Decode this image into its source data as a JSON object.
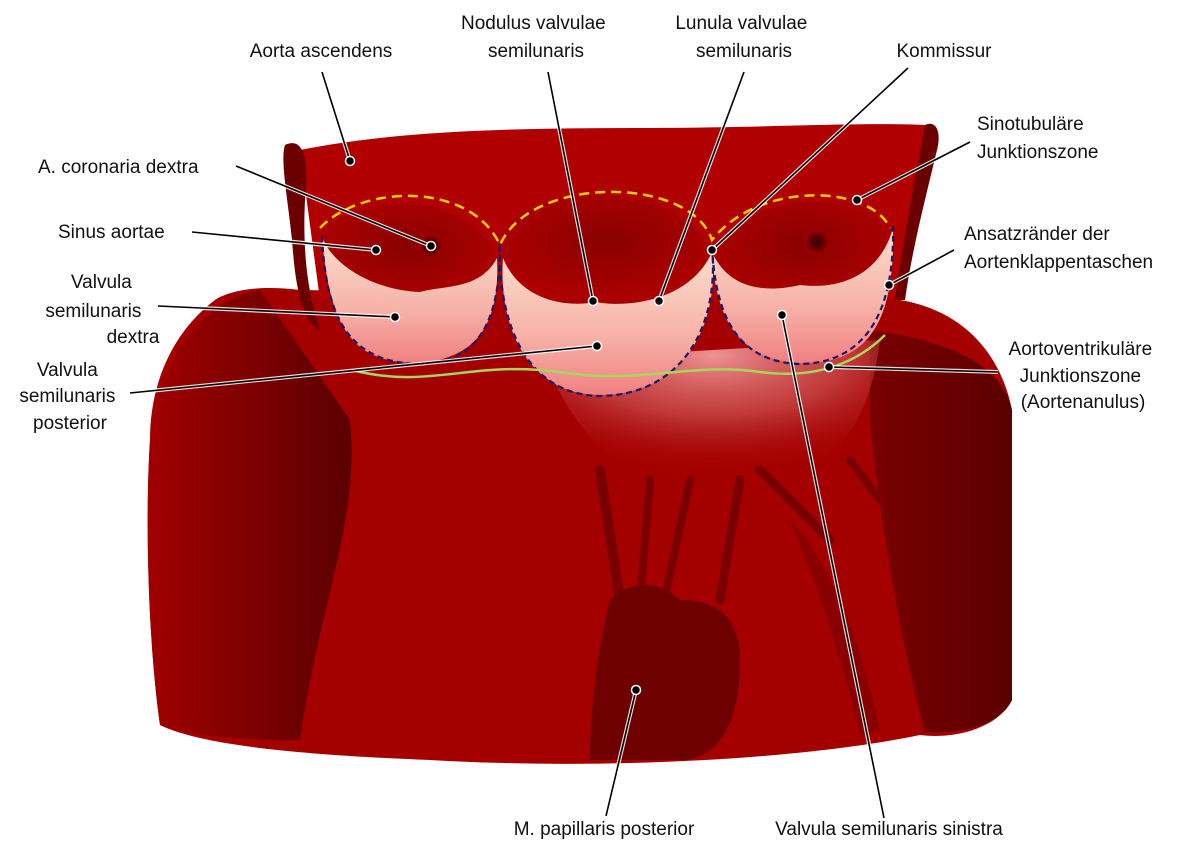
{
  "diagram": {
    "labels": {
      "aorta_ascendens": "Aorta ascendens",
      "a_coronaria_dextra": "A. coronaria dextra",
      "sinus_aortae": "Sinus aortae",
      "valvula_dextra": [
        "Valvula",
        "semilunaris",
        "dextra"
      ],
      "valvula_posterior": [
        "Valvula",
        "semilunaris",
        "posterior"
      ],
      "nodulus": [
        "Nodulus valvulae",
        "semilunaris"
      ],
      "lunula": [
        "Lunula valvulae",
        "semilunaris"
      ],
      "kommissur": "Kommissur",
      "sinotubulaere": [
        "Sinotubuläre",
        "Junktionszone"
      ],
      "ansatzraender": [
        "Ansatzränder der",
        "Aortenklappentaschen"
      ],
      "aortoventrikulaere": [
        "Aortoventrikuläre",
        "Junktionszone",
        "(Aortenanulus)"
      ],
      "m_papillaris": "M. papillaris posterior",
      "valvula_sinistra": "Valvula semilunaris sinistra"
    },
    "colors": {
      "tissue": "#b30000",
      "tissue_dark": "#6e0000",
      "cusp_light": "#f6c8b8",
      "cusp_pink": "#f28c8c",
      "sinotubular_line": "#f2d100",
      "insertion_line": "#1a1a66",
      "annulus_line": "#a9d65a"
    }
  }
}
